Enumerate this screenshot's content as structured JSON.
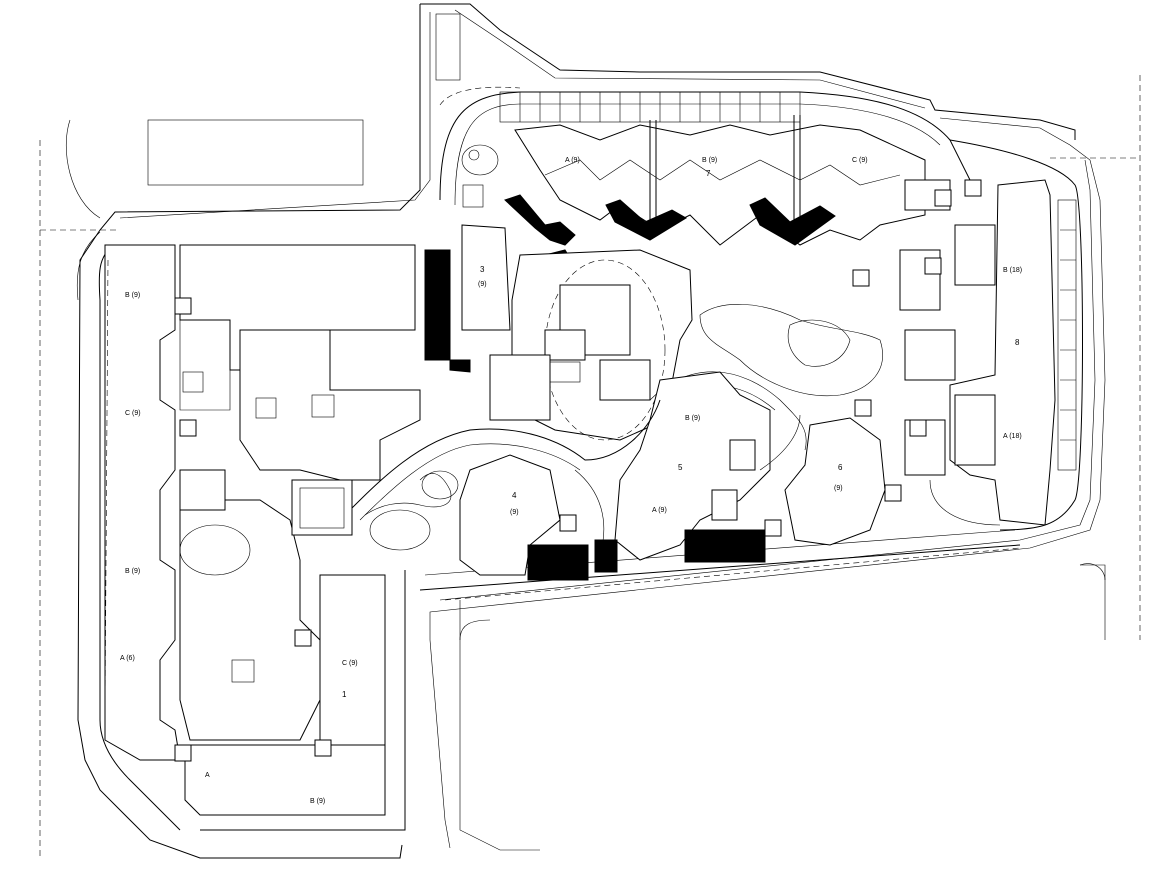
{
  "drawing": {
    "type": "site-plan",
    "buildings": [
      {
        "id": "b4",
        "label": "4",
        "sub": "(9)"
      },
      {
        "id": "b5",
        "label": "5",
        "sub": "A (9)"
      },
      {
        "id": "b5t",
        "label": "B (9)",
        "sub": ""
      },
      {
        "id": "b6",
        "label": "6",
        "sub": "(9)"
      },
      {
        "id": "b3",
        "label": "3",
        "sub": "(9)"
      },
      {
        "id": "b7a",
        "label": "A (9)",
        "sub": ""
      },
      {
        "id": "b7b",
        "label": "B (9)",
        "sub": "7"
      },
      {
        "id": "b7c",
        "label": "C (9)",
        "sub": ""
      },
      {
        "id": "b8",
        "label": "B (18)",
        "sub": ""
      },
      {
        "id": "b8n",
        "label": "8",
        "sub": ""
      },
      {
        "id": "b8a",
        "label": "A (18)",
        "sub": ""
      },
      {
        "id": "w1",
        "label": "B (9)",
        "sub": ""
      },
      {
        "id": "w2",
        "label": "C (9)",
        "sub": ""
      },
      {
        "id": "w3",
        "label": "B (9)",
        "sub": ""
      },
      {
        "id": "w4",
        "label": "A (6)",
        "sub": ""
      },
      {
        "id": "s1",
        "label": "C (9)",
        "sub": ""
      },
      {
        "id": "s2",
        "label": "1",
        "sub": ""
      },
      {
        "id": "s3",
        "label": "A",
        "sub": ""
      },
      {
        "id": "s4",
        "label": "B (9)",
        "sub": ""
      }
    ]
  }
}
